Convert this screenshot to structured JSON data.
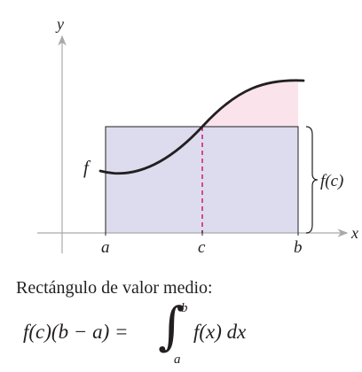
{
  "labels": {
    "y_axis": "y",
    "x_axis": "x",
    "function": "f",
    "a": "a",
    "c": "c",
    "b": "b",
    "height": "f(c)"
  },
  "caption": "Rectángulo de valor medio:",
  "formula": {
    "lhs": "f(c)(b − a) =",
    "integral_sign": "∫",
    "upper_limit": "b",
    "lower_limit": "a",
    "rhs": "f(x) dx"
  },
  "colors": {
    "rectangle_fill": "#dcdcee",
    "below_curve_fill": "#d8ecf7",
    "above_rect_fill": "#fbe3ec",
    "dashed_line": "#d6227a",
    "curve": "#231f20",
    "axis": "#a7a9ac"
  }
}
